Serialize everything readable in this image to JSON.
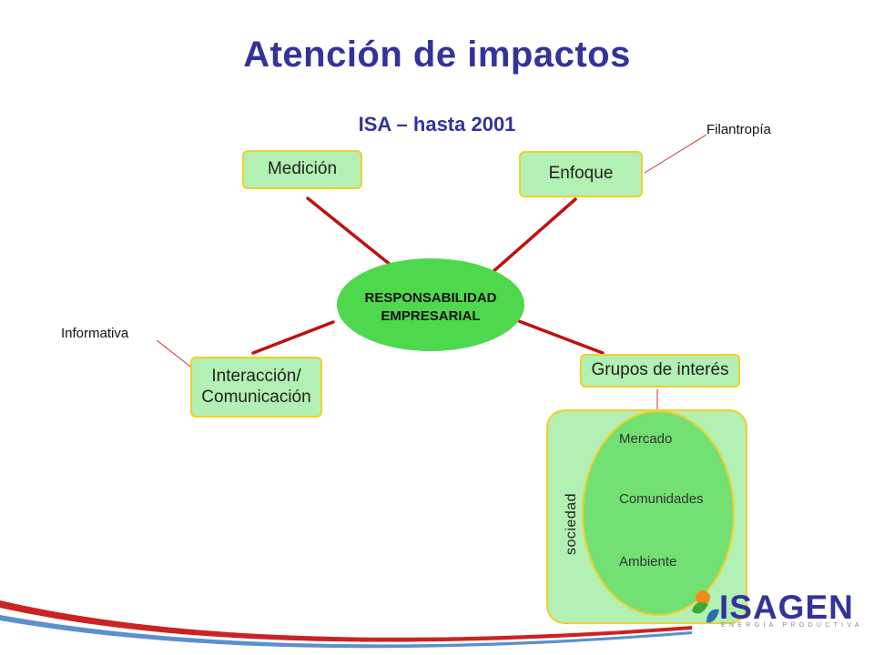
{
  "title": "Atención de impactos",
  "subtitle": "ISA – hasta 2001",
  "center": {
    "line1": "RESPONSABILIDAD",
    "line2": "EMPRESARIAL"
  },
  "nodes": {
    "medicion": "Medición",
    "enfoque": "Enfoque",
    "interaccion_line1": "Interacción/",
    "interaccion_line2": "Comunicación",
    "grupos": "Grupos de interés"
  },
  "annotations": {
    "filantropia": "Filantropía",
    "informativa": "Informativa"
  },
  "society": {
    "label": "sociedad",
    "items": [
      "Mercado",
      "Comunidades",
      "Ambiente"
    ]
  },
  "logo": {
    "name": "ISAGEN",
    "tagline": "ENERGÍA PRODUCTIVA"
  },
  "colors": {
    "title": "#33339a",
    "node_fill": "#b3f0b3",
    "node_border": "#f2cf2b",
    "center_fill": "#4ed84e",
    "inner_ellipse_fill": "#72e072",
    "connector": "#c01010",
    "annotation_line": "#c83030",
    "logo_orange": "#f08a1c",
    "logo_green": "#3aaa35",
    "logo_blue": "#2b6cb8"
  }
}
